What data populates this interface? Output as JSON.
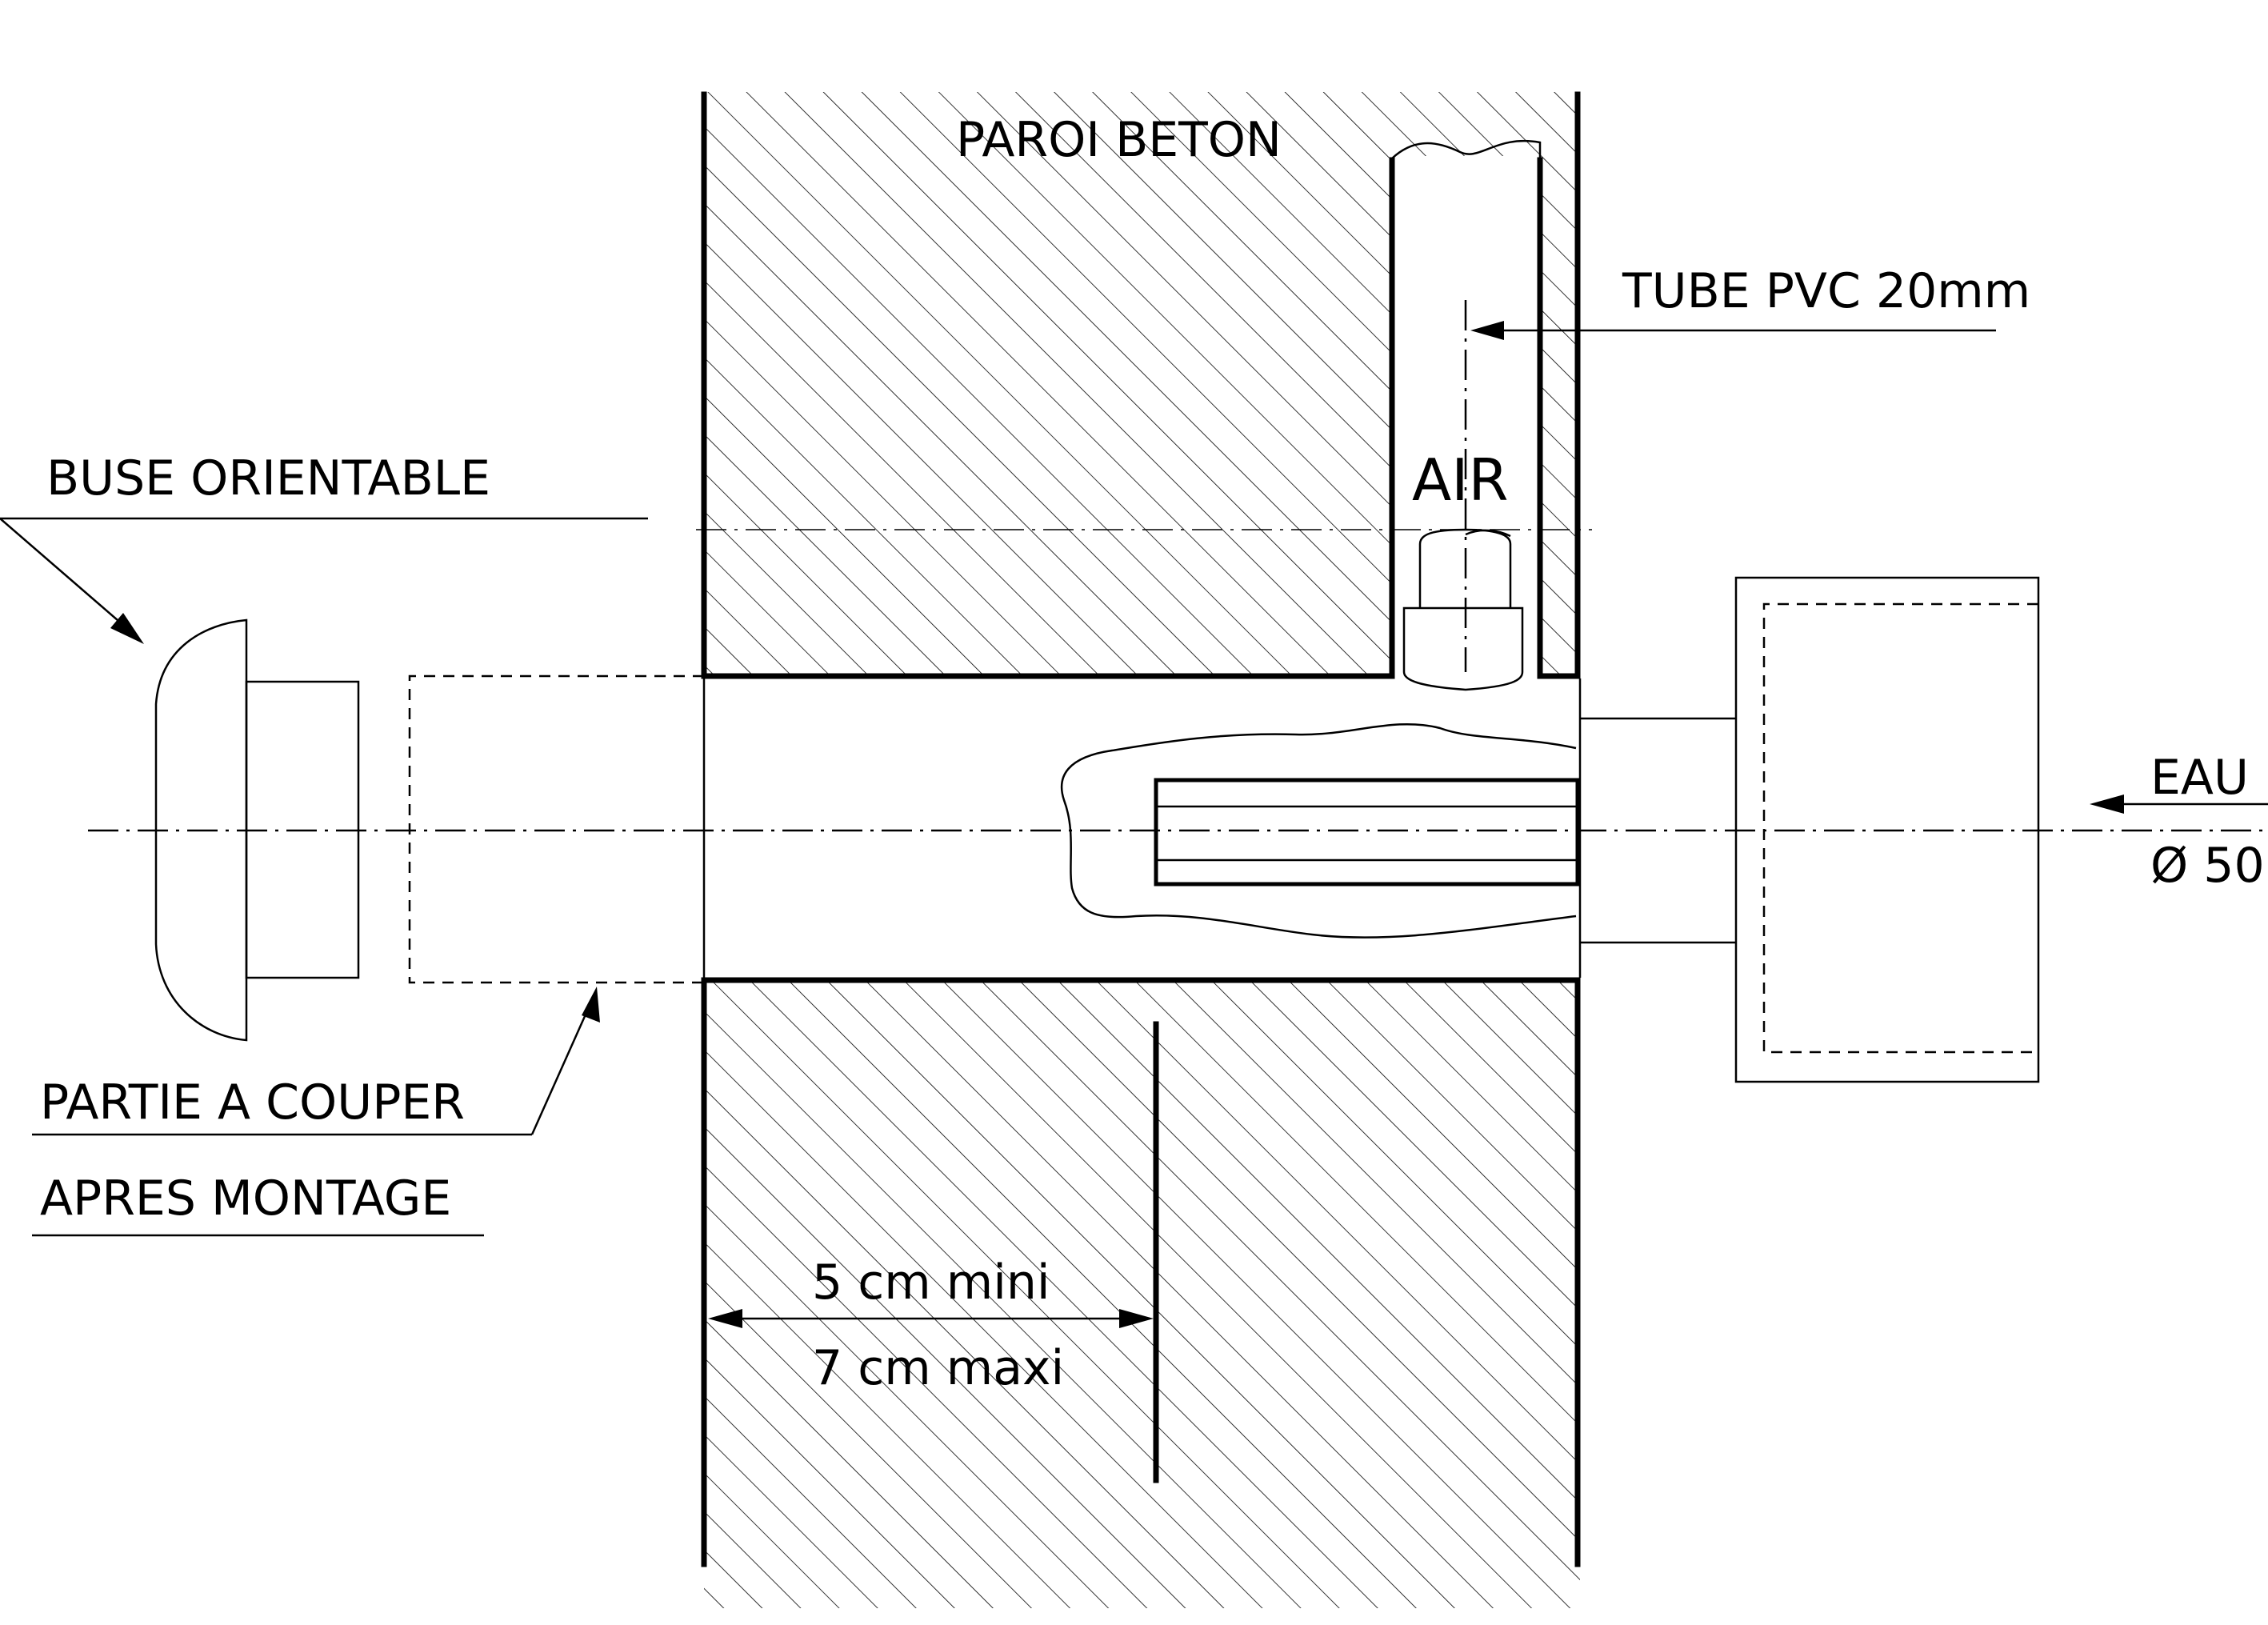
{
  "diagram": {
    "wall_label": "PAROI BETON",
    "pipe_label": "TUBE PVC 20mm",
    "air_label": "AIR",
    "nozzle_label": "BUSE ORIENTABLE",
    "cut_label_line1": "PARTIE A COUPER",
    "cut_label_line2": "APRES MONTAGE",
    "water_label": "EAU",
    "water_diameter": "Ø 50",
    "dim_min": "5 cm mini",
    "dim_max": "7 cm maxi"
  }
}
